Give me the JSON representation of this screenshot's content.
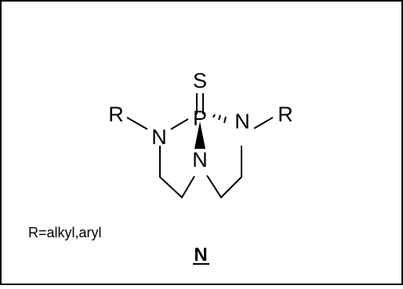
{
  "molecule": {
    "atoms": {
      "sulfur": "S",
      "phosphorus": "P",
      "nitrogen_left": "N",
      "nitrogen_right": "N",
      "nitrogen_bridge": "N",
      "substituent_left": "R",
      "substituent_right": "R"
    },
    "substituent_definition": "R=alkyl,aryl",
    "compound_label": "N"
  },
  "colors": {
    "ink": "#000000",
    "background": "#ffffff"
  }
}
